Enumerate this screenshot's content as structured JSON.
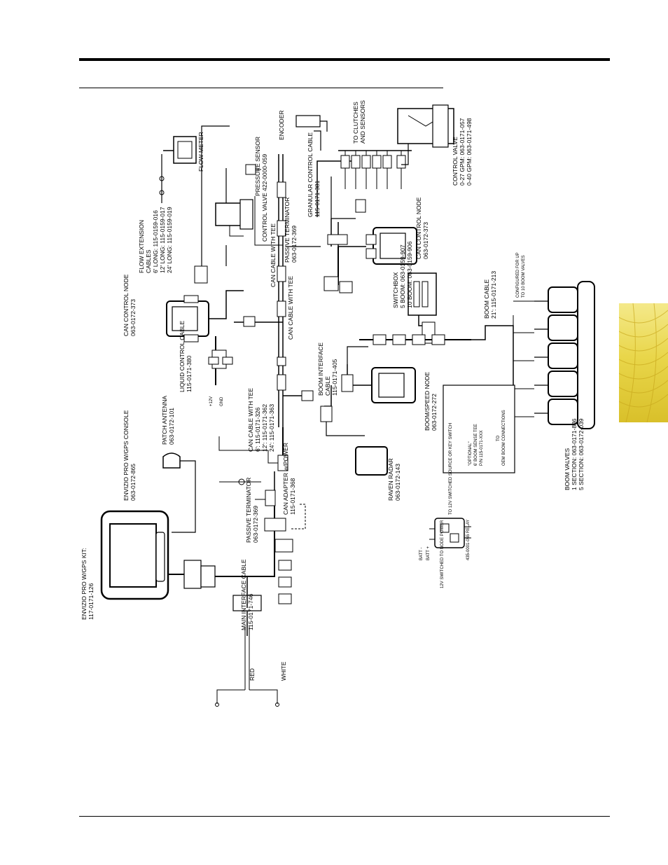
{
  "colors": {
    "rule": "#000000",
    "tab_light": "#f4e98a",
    "tab_dark": "#d9c02a"
  },
  "kit": {
    "line1": "ENVIZIO PRO W/GPS KIT:",
    "line2": "117-0171-126"
  },
  "console": {
    "line1": "ENVIZIO PRO W/GPS CONSOLE",
    "line2": "063-0172-865"
  },
  "patch_antenna": {
    "line1": "PATCH ANTENNA",
    "line2": "063-0172-101"
  },
  "main_interface_cable": {
    "line1": "MAIN INTERFACE CABLE",
    "line2": "115-0171-746"
  },
  "red_label": "RED",
  "white_label": "WHITE",
  "passive_terminator_1": {
    "line1": "PASSIVE TERMINATOR",
    "line2": "063-0172-369"
  },
  "can_adapter": {
    "line1": "CAN ADAPTER w/POWER",
    "line2": "115-0171-368"
  },
  "can_cable_tee_1": {
    "line1": "CAN CABLE WITH TEE",
    "line2": "6': 115-0171-326",
    "line3": "12': 115-0171-362",
    "line4": "24': 115-0171-363"
  },
  "can_cable_tee_2": "CAN CABLE WITH TEE",
  "can_cable_tee_3": "CAN CABLE WITH TEE",
  "liquid_control_cable": {
    "line1": "LIQUID CONTROL CABLE",
    "line2": "115-0171-380"
  },
  "can_control_node_1": {
    "line1": "CAN CONTROL NODE",
    "line2": "063-0172-373"
  },
  "flow_extension": {
    "line1": "FLOW EXTENSION",
    "line2": "CABLES",
    "line3": "6' LONG: 115-0159-016",
    "line4": "12' LONG: 115-0159-017",
    "line5": "24' LONG: 115-0159-019"
  },
  "flow_meter": "FLOW METER",
  "control_valve_1": "CONTROL VALVE 422-0000-059",
  "pressure_sensor": "PRESSURE SENSOR",
  "passive_terminator_2": {
    "line1": "PASSIVE TERMINATOR",
    "line2": "063-0172-369"
  },
  "granular_control_cable": {
    "line1": "GRANULAR CONTROL CABLE",
    "line2": "115-0171-381"
  },
  "encoder": "ENCODER",
  "clutches": {
    "line1": "TO CLUTCHES",
    "line2": "AND SENSORS"
  },
  "control_valve_2": {
    "line1": "CONTROL VALVE",
    "line2": "0-27 GPM: 063-0171-057",
    "line3": "0-40 GPM: 063-0171-498"
  },
  "can_control_node_2": {
    "line1": "CAN CONTROL NODE",
    "line2": "063-0172-373"
  },
  "switchbox": {
    "line1": "SWITCHBOX",
    "line2": "5 BOOM: 063-0159-907",
    "line3": "10 BOOM: 063-0159-906"
  },
  "boom_cable": {
    "line1": "BOOM CABLE",
    "line2": "21': 115-0171-213",
    "line3": "CONFIGURED FOR UP",
    "line4": "TO 10 BOOM VALVES"
  },
  "boom_interface_cable": {
    "line1": "BOOM INTERFACE",
    "line2": "CABLE",
    "line3": "115-0171-405"
  },
  "boom_speed_node": {
    "line1": "BOOM/SPEED NODE",
    "line2": "063-0172-272"
  },
  "raven_radar": {
    "line1": "RAVEN RADAR",
    "line2": "063-0172-143"
  },
  "optional": {
    "line1": "\"OPTIONAL\"",
    "line2": "6' BOOM SENSE TEE",
    "line3": "P/N 115-0171-XXX",
    "line4": "TO",
    "line5": "OEM BOOM CONNECTIONS"
  },
  "boom_valves": {
    "line1": "BOOM VALVES",
    "line2": "1 SECTION: 063-0171-836",
    "line3": "5 SECTION: 063-0172-039"
  },
  "relay": {
    "batt_plus": "BATT +",
    "batt_minus": "BATT -",
    "switched": "12V SWITCHED TO NODE POWER",
    "ignition": "TO 12V SWITCHED SOURCE OR KEY SWITCH",
    "relay_part": "435-0001-055 RELAY"
  },
  "pin_labels": {
    "v12": "+12V",
    "gnd": "GND"
  }
}
